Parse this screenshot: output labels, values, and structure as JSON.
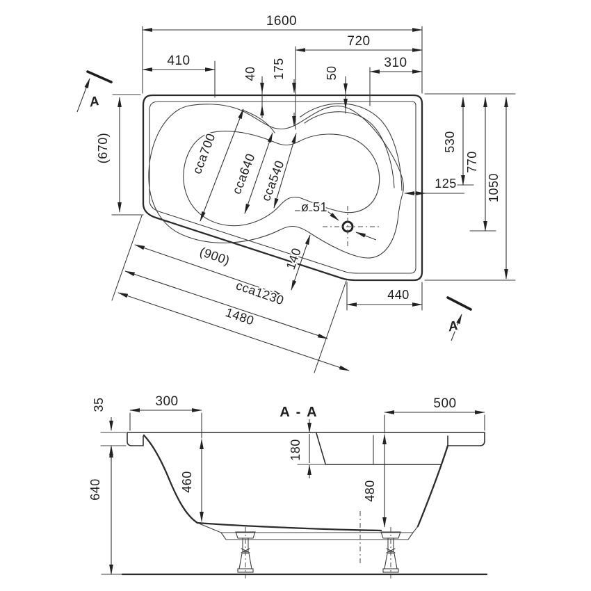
{
  "meta": {
    "type": "technical-drawing",
    "subject": "asymmetric corner bathtub dimension drawing, top view and section A-A",
    "line_color": "#2b2b2b",
    "background": "#ffffff"
  },
  "top_view": {
    "overall_width": "1600",
    "right_top_width": "720",
    "left_top_width": "410",
    "offset_40": "40",
    "offset_175": "175",
    "offset_50": "50",
    "corner_width_310": "310",
    "left_height_ref": "(670)",
    "right_530": "530",
    "right_770": "770",
    "overall_height": "1050",
    "notch_125": "125",
    "bottom_right_440": "440",
    "diag_ref_900": "(900)",
    "diag_cca_1230": "cca1230",
    "diag_1480": "1480",
    "diag_140": "140",
    "basin_width_700": "cca700",
    "basin_width_640": "cca640",
    "basin_width_540": "cca540",
    "drain_diameter": "ø 51",
    "section_letter_top": "A",
    "section_letter_bottom": "A"
  },
  "section_view": {
    "title": "A - A",
    "rim_lip_35": "35",
    "top_left_300": "300",
    "top_right_500": "500",
    "seat_depth_180": "180",
    "inner_depth_460": "460",
    "inner_depth_480": "480",
    "total_height_640": "640"
  }
}
